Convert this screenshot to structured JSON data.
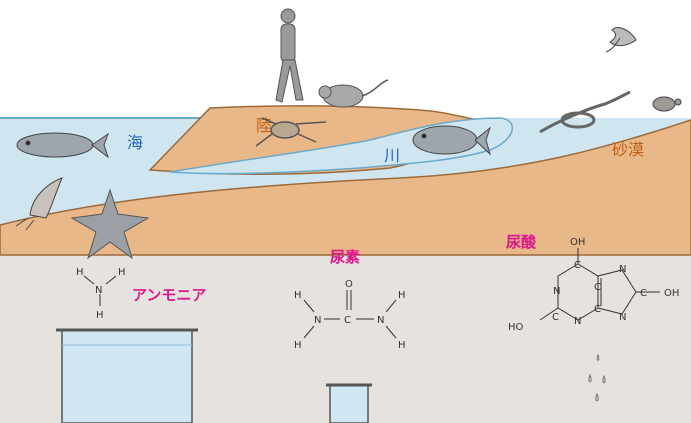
{
  "labels": {
    "sea": "海",
    "land": "陸",
    "river": "川",
    "desert": "砂漠",
    "ammonia": "アンモニア",
    "urea": "尿素",
    "uric_acid": "尿酸"
  },
  "molecule_atoms": {
    "H": "H",
    "N": "N",
    "C": "C",
    "O": "O",
    "OH": "OH",
    "HO": "HO"
  },
  "colors": {
    "sky": "#ffffff",
    "water": "#cfe6f0",
    "water_edge": "#6aa9c9",
    "land": "#e9b888",
    "land_edge": "#9a6a3a",
    "underground": "#e6e2de",
    "habitat_label": "#c06010",
    "water_label": "#1e66c8",
    "molecule_label": "#e0148c",
    "glass": "#cfe6f3",
    "line": "#333333"
  },
  "icons": [
    "human-icon",
    "rat-icon",
    "bird-icon",
    "fish-icon",
    "frog-icon",
    "snake-icon",
    "turtle-icon",
    "hermit-crab-icon",
    "starfish-icon",
    "urine-drops-icon"
  ]
}
